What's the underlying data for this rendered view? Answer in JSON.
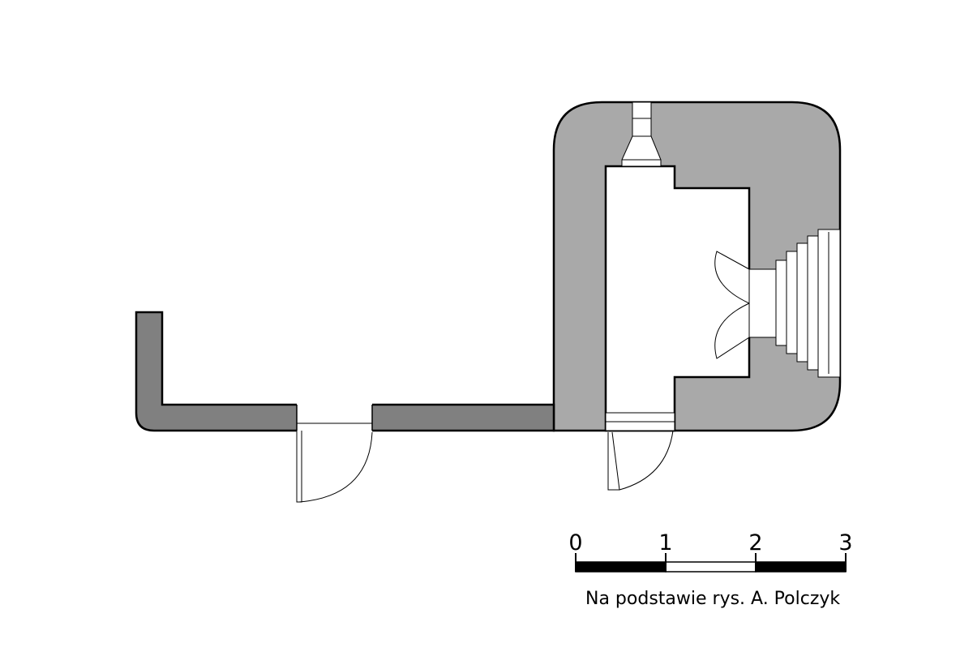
{
  "scale_bar": {
    "ticks": [
      "0",
      "1",
      "2",
      "3"
    ],
    "segment_fill": [
      "black",
      "white",
      "black"
    ]
  },
  "credit": "Na podstawie rys. A. Polczyk",
  "colors": {
    "bunker_wall": "#a9a9a9",
    "side_wall": "#808080",
    "outline": "#000000",
    "background": "#ffffff"
  }
}
